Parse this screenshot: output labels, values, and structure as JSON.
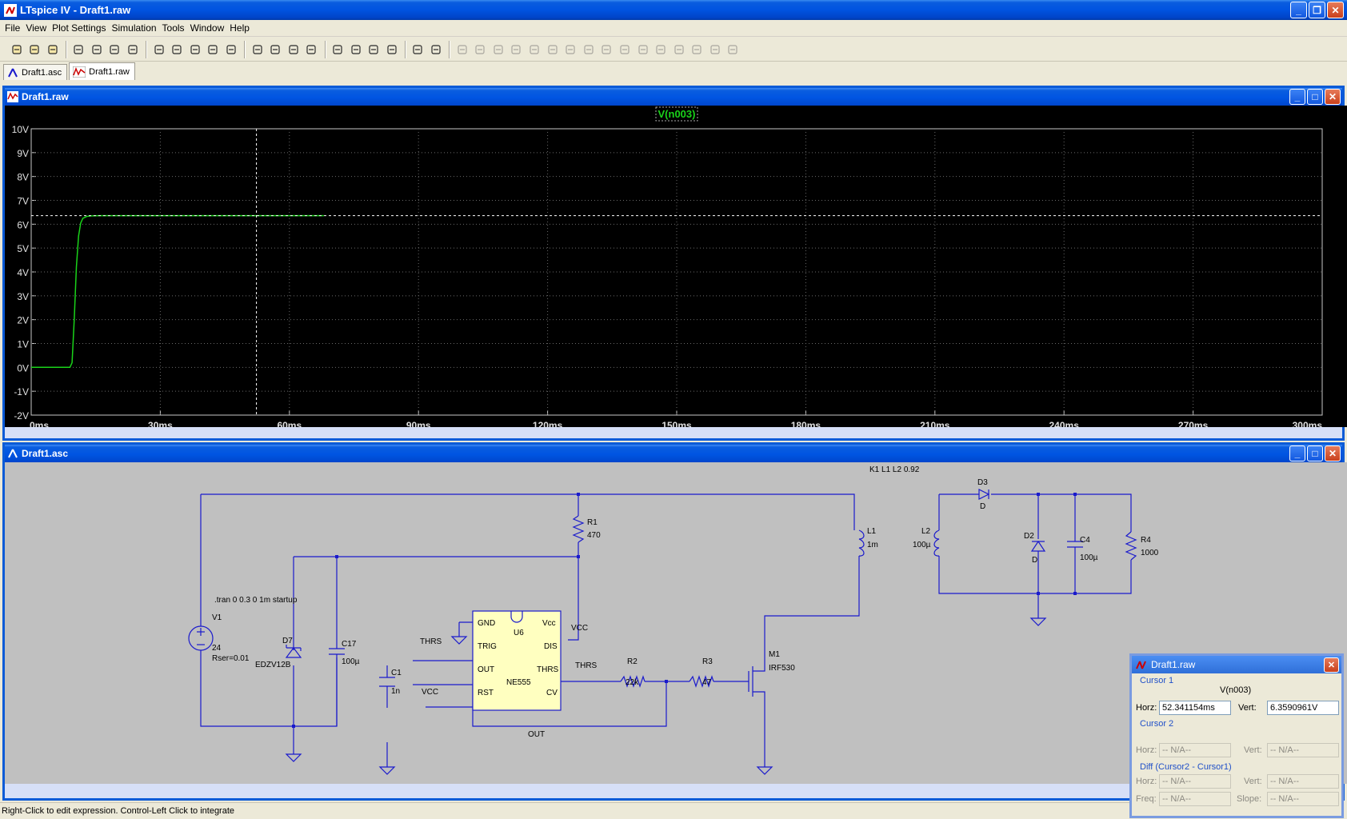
{
  "app": {
    "title": "LTspice IV - Draft1.raw",
    "window_buttons": {
      "minimize": "_",
      "restore": "❐",
      "close": "✕"
    }
  },
  "menu": [
    "File",
    "View",
    "Plot Settings",
    "Simulation",
    "Tools",
    "Window",
    "Help"
  ],
  "toolbar_icons": [
    "new-schematic-icon",
    "open-icon",
    "save-icon",
    "control-panel-icon",
    "run-icon",
    "halt-icon",
    "pan-icon",
    "zoom-in-icon",
    "zoom-out-icon",
    "zoom-fit-icon",
    "zoom-cancel-icon",
    "autorange-icon",
    "delete-trace-icon",
    "tile-horizontal-icon",
    "cascade-icon",
    "tile-vertical-icon",
    "cut-icon",
    "copy-icon",
    "paste-icon",
    "find-icon",
    "print-setup-icon",
    "print-icon",
    "wire-icon",
    "ground-icon",
    "label-net-icon",
    "resistor-icon",
    "capacitor-icon",
    "inductor-icon",
    "diode-icon",
    "component-icon",
    "move-icon",
    "drag-icon",
    "undo-icon",
    "redo-icon",
    "rotate-icon",
    "mirror-icon",
    "text-icon",
    "spice-directive-icon"
  ],
  "tabs": [
    {
      "label": "Draft1.asc",
      "active": false
    },
    {
      "label": "Draft1.raw",
      "active": true
    }
  ],
  "waveform_window": {
    "title": "Draft1.raw"
  },
  "schematic_window": {
    "title": "Draft1.asc",
    "labels": {
      "k_directive": "K1 L1 L2 0.92",
      "tran_directive": ".tran 0 0.3 0 1m startup",
      "v1_name": "V1",
      "v1_value": "24",
      "v1_rser": "Rser=0.01",
      "d7_name": "D7",
      "d7_model": "EDZV12B",
      "c17_name": "C17",
      "c17_value": "100µ",
      "c1_name": "C1",
      "c1_value": "1n",
      "r1_name": "R1",
      "r1_value": "470",
      "r2_name": "R2",
      "r2_value": "22k",
      "r3_name": "R3",
      "r3_value": "47",
      "m1_name": "M1",
      "m1_model": "IRF530",
      "l1_name": "L1",
      "l1_value": "1m",
      "l2_name": "L2",
      "l2_value": "100µ",
      "d3_name": "D3",
      "d3_model": "D",
      "d2_name": "D2",
      "d2_model": "D",
      "c4_name": "C4",
      "c4_value": "100µ",
      "r4_name": "R4",
      "r4_value": "1000",
      "u6_name": "U6",
      "u6_model": "NE555",
      "u6_pins": {
        "gnd": "GND",
        "trig": "TRIG",
        "out": "OUT",
        "rst": "RST",
        "vcc": "Vcc",
        "dis": "DIS",
        "thrs": "THRS",
        "cv": "CV"
      },
      "net_vcc": "VCC",
      "net_thrs": "THRS",
      "net_out": "OUT"
    }
  },
  "cursor_dialog": {
    "title": "Draft1.raw",
    "cursor1_label": "Cursor 1",
    "trace_name": "V(n003)",
    "horz_label": "Horz:",
    "vert_label": "Vert:",
    "cursor1_horz": "52.341154ms",
    "cursor1_vert": "6.3590961V",
    "cursor2_label": "Cursor 2",
    "na": "-- N/A--",
    "diff_label": "Diff (Cursor2 - Cursor1)",
    "freq_label": "Freq:",
    "slope_label": "Slope:"
  },
  "status_bar": "Right-Click to edit expression. Control-Left Click to integrate",
  "colors": {
    "trace": "#1ad31a",
    "wire": "#1a1acc",
    "accent": "#0a5ddf",
    "ic_fill": "#ffffc0"
  },
  "chart_data": {
    "type": "line",
    "title": "V(n003)",
    "xlabel": "",
    "ylabel": "",
    "xlim": [
      0,
      300
    ],
    "ylim": [
      -2,
      10
    ],
    "x_ticks": [
      "0ms",
      "30ms",
      "60ms",
      "90ms",
      "120ms",
      "150ms",
      "180ms",
      "210ms",
      "240ms",
      "270ms",
      "300ms"
    ],
    "y_ticks": [
      "10V",
      "9V",
      "8V",
      "7V",
      "6V",
      "5V",
      "4V",
      "3V",
      "2V",
      "1V",
      "0V",
      "-1V",
      "-2V"
    ],
    "grid": true,
    "series": [
      {
        "name": "V(n003)",
        "x": [
          0,
          9.0,
          9.5,
          10.0,
          10.5,
          11.0,
          11.5,
          12.0,
          13.0,
          14.0,
          16.0,
          20.0,
          35.0,
          52.3,
          68.0
        ],
        "y": [
          0,
          0,
          0.2,
          2.0,
          4.2,
          5.5,
          6.05,
          6.25,
          6.33,
          6.35,
          6.36,
          6.36,
          6.36,
          6.359,
          6.36
        ]
      }
    ],
    "cursor1": {
      "x": 52.341154,
      "y": 6.3590961
    }
  }
}
